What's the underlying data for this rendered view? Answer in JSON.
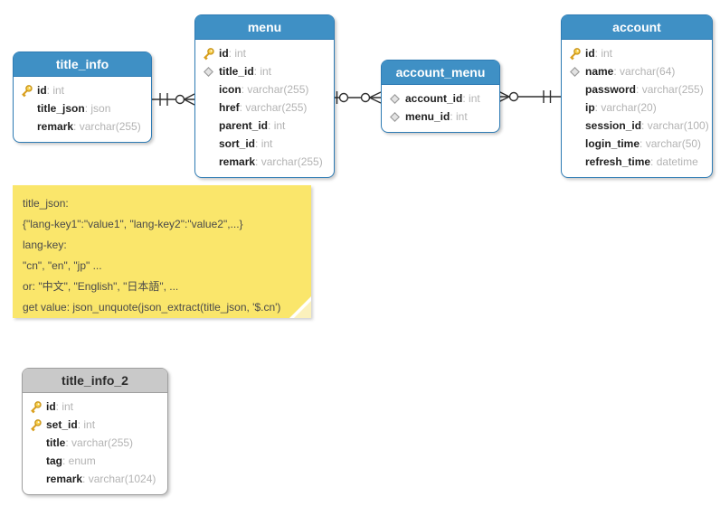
{
  "tables": [
    {
      "name": "title_info",
      "header_style": "blue",
      "columns": [
        {
          "icon": "key-icon",
          "name": "id",
          "type": "int"
        },
        {
          "icon": null,
          "name": "title_json",
          "type": "json"
        },
        {
          "icon": null,
          "name": "remark",
          "type": "varchar(255)"
        }
      ]
    },
    {
      "name": "menu",
      "header_style": "blue",
      "columns": [
        {
          "icon": "key-icon",
          "name": "id",
          "type": "int"
        },
        {
          "icon": "diamond-icon",
          "name": "title_id",
          "type": "int"
        },
        {
          "icon": null,
          "name": "icon",
          "type": "varchar(255)"
        },
        {
          "icon": null,
          "name": "href",
          "type": "varchar(255)"
        },
        {
          "icon": null,
          "name": "parent_id",
          "type": "int"
        },
        {
          "icon": null,
          "name": "sort_id",
          "type": "int"
        },
        {
          "icon": null,
          "name": "remark",
          "type": "varchar(255)"
        }
      ]
    },
    {
      "name": "account_menu",
      "header_style": "blue",
      "columns": [
        {
          "icon": "diamond-icon",
          "name": "account_id",
          "type": "int"
        },
        {
          "icon": "diamond-icon",
          "name": "menu_id",
          "type": "int"
        }
      ]
    },
    {
      "name": "account",
      "header_style": "blue",
      "columns": [
        {
          "icon": "key-icon",
          "name": "id",
          "type": "int"
        },
        {
          "icon": "diamond-icon",
          "name": "name",
          "type": "varchar(64)"
        },
        {
          "icon": null,
          "name": "password",
          "type": "varchar(255)"
        },
        {
          "icon": null,
          "name": "ip",
          "type": "varchar(20)"
        },
        {
          "icon": null,
          "name": "session_id",
          "type": "varchar(100)"
        },
        {
          "icon": null,
          "name": "login_time",
          "type": "varchar(50)"
        },
        {
          "icon": null,
          "name": "refresh_time",
          "type": "datetime"
        }
      ]
    },
    {
      "name": "title_info_2",
      "header_style": "gray",
      "columns": [
        {
          "icon": "key-icon",
          "name": "id",
          "type": "int"
        },
        {
          "icon": "key-icon",
          "name": "set_id",
          "type": "int"
        },
        {
          "icon": null,
          "name": "title",
          "type": "varchar(255)"
        },
        {
          "icon": null,
          "name": "tag",
          "type": "enum"
        },
        {
          "icon": null,
          "name": "remark",
          "type": "varchar(1024)"
        }
      ]
    }
  ],
  "note": {
    "lines": [
      "title_json:",
      "{\"lang-key1\":\"value1\", \"lang-key2\":\"value2\",...}",
      "lang-key:",
      "\"cn\", \"en\", \"jp\" ...",
      "or: \"中文\", \"English\", \"日本語\", ...",
      "get value: json_unquote(json_extract(title_json, '$.cn')"
    ]
  },
  "relationships": [
    {
      "from": "title_info",
      "to": "menu",
      "from_cardinality": "one-and-only-one",
      "to_cardinality": "zero-or-many"
    },
    {
      "from": "menu",
      "to": "account_menu",
      "from_cardinality": "one",
      "to_cardinality": "zero-or-many"
    },
    {
      "from": "account_menu",
      "to": "account",
      "from_cardinality": "zero-or-many",
      "to_cardinality": "one-and-only-one"
    }
  ],
  "colors": {
    "header_blue": "#3F90C5",
    "border_blue": "#2E7BB4",
    "header_gray": "#C9C9C9",
    "border_gray": "#9E9E9E",
    "note_bg": "#FAE66B",
    "type_text": "#B3B3B3",
    "connector_line": "#2F2F2F"
  }
}
